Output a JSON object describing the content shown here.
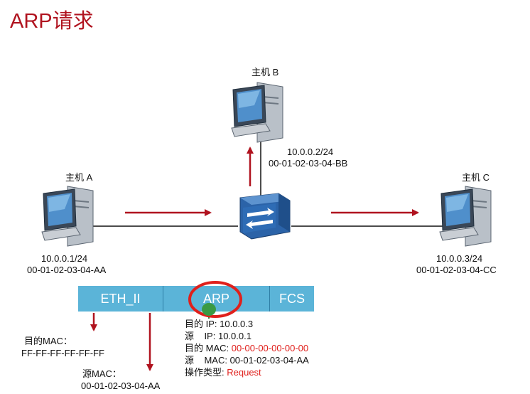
{
  "title": "ARP请求",
  "hosts": {
    "a": {
      "name": "主机 A",
      "ip": "10.0.0.1/24",
      "mac": "00-01-02-03-04-AA"
    },
    "b": {
      "name": "主机 B",
      "ip": "10.0.0.2/24",
      "mac": "00-01-02-03-04-BB"
    },
    "c": {
      "name": "主机 C",
      "ip": "10.0.0.3/24",
      "mac": "00-01-02-03-04-CC"
    }
  },
  "frame": {
    "segments": [
      "ETH_II",
      "ARP",
      "FCS"
    ],
    "colors": {
      "segment": "#5bb4d8",
      "highlight": "#e0201c",
      "arrow": "#b0131f"
    }
  },
  "eth": {
    "dst_label": "目的MAC：",
    "dst_value": "FF-FF-FF-FF-FF-FF",
    "src_label": "源MAC：",
    "src_value": "00-01-02-03-04-AA"
  },
  "arp_fields": [
    {
      "label": "目的 IP:",
      "value": "10.0.0.3",
      "red": false
    },
    {
      "label": "源    IP:",
      "value": "10.0.0.1",
      "red": false
    },
    {
      "label": "目的 MAC:",
      "value": "00-00-00-00-00-00",
      "red": true
    },
    {
      "label": "源    MAC:",
      "value": "00-01-02-03-04-AA",
      "red": false
    },
    {
      "label": "操作类型:",
      "value": "Request",
      "red": true
    }
  ]
}
